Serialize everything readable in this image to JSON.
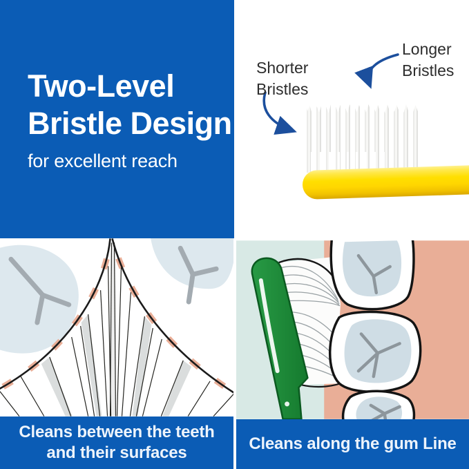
{
  "colors": {
    "brand_blue": "#0b5cb5",
    "caption_text": "#edf4fc",
    "label_text": "#2d2d2d",
    "arrow_blue": "#1c4f9d",
    "brush_yellow": "#ffdf00",
    "brush_green": "#1f8c38",
    "gum_salmon": "#e9ae97",
    "mint": "#d8e9e5",
    "tooth_shade": "#cfdde5",
    "tooth_shade_light": "#dde8ee"
  },
  "headline_panel": {
    "title_line1": "Two-Level",
    "title_line2": "Bristle Design",
    "subtitle": "for excellent reach"
  },
  "brush_panel": {
    "shorter_label": {
      "line1": "Shorter",
      "line2": "Bristles"
    },
    "longer_label": {
      "line1": "Longer",
      "line2": "Bristles"
    }
  },
  "between_teeth_panel": {
    "caption_line1": "Cleans between the teeth",
    "caption_line2": "and their surfaces"
  },
  "gum_line_panel": {
    "caption": "Cleans along the gum Line"
  }
}
